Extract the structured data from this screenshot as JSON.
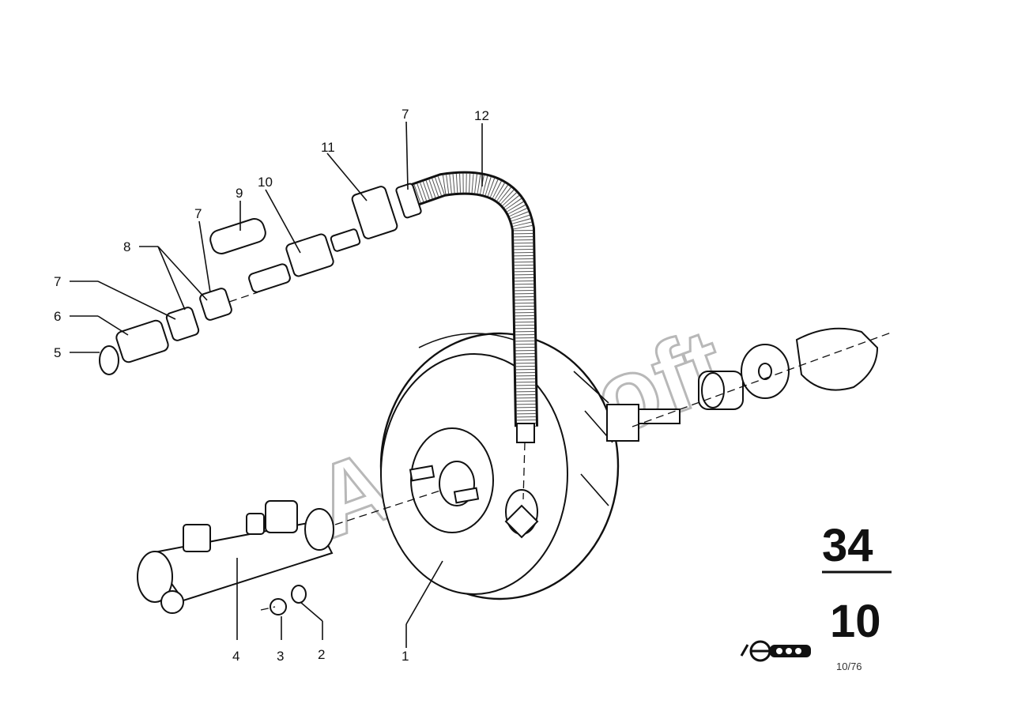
{
  "diagram": {
    "group_top": "34",
    "group_bottom": "10",
    "date": "10/76",
    "watermark": "AutoSoft",
    "callouts": [
      {
        "id": "c1",
        "label": "1"
      },
      {
        "id": "c2",
        "label": "2"
      },
      {
        "id": "c3",
        "label": "3"
      },
      {
        "id": "c4",
        "label": "4"
      },
      {
        "id": "c5",
        "label": "5"
      },
      {
        "id": "c6",
        "label": "6"
      },
      {
        "id": "c7a",
        "label": "7"
      },
      {
        "id": "c7b",
        "label": "7"
      },
      {
        "id": "c7c",
        "label": "7"
      },
      {
        "id": "c8",
        "label": "8"
      },
      {
        "id": "c9",
        "label": "9"
      },
      {
        "id": "c10",
        "label": "10"
      },
      {
        "id": "c11",
        "label": "11"
      },
      {
        "id": "c12",
        "label": "12"
      }
    ]
  }
}
